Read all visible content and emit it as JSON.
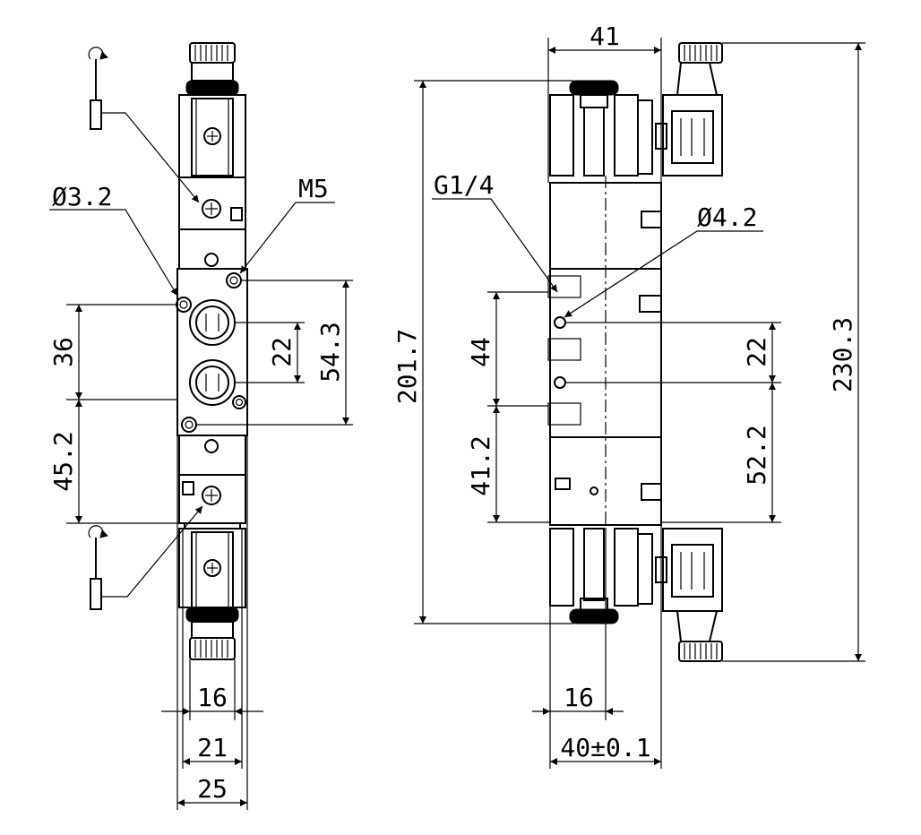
{
  "dimensions": {
    "top_width_right": "41",
    "diameter_left": "Ø3.2",
    "thread_m5": "M5",
    "thread_g14": "G1/4",
    "diameter_right": "Ø4.2",
    "h36": "36",
    "h45_2": "45.2",
    "h22_left": "22",
    "h54_3": "54.3",
    "h201_7": "201.7",
    "h44": "44",
    "h41_2": "41.2",
    "h22_right": "22",
    "h52_2": "52.2",
    "h230_3": "230.3",
    "w16_left": "16",
    "w21": "21",
    "w25": "25",
    "w16_right": "16",
    "w40": "40±0.1"
  }
}
